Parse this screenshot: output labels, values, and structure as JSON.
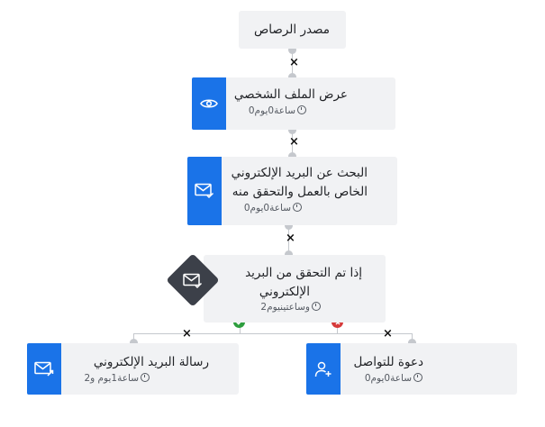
{
  "nodes": {
    "source": {
      "title": "مصدر الرصاص"
    },
    "view_profile": {
      "title": "عرض الملف الشخصي",
      "meta": "ساعة0يوم0"
    },
    "find_email": {
      "title_line1": "البحث عن البريد الإلكتروني",
      "title_line2": "الخاص بالعمل والتحقق منه",
      "meta": "ساعة0يوم0"
    },
    "if_verified": {
      "title_line1": "إذا تم التحقق من البريد",
      "title_line2": "الإلكتروني",
      "meta": "وساعتينيوم2"
    },
    "email_message": {
      "title": "رسالة البريد الإلكتروني",
      "meta": "ساعة1يوم و2"
    },
    "connect_invite": {
      "title": "دعوة للتواصل",
      "meta": "ساعة0يوم0"
    }
  },
  "connector_symbol": "×",
  "colors": {
    "accent": "#1a73e8",
    "card": "#f1f2f4",
    "condition": "#3c4049",
    "yes": "#2e9e3e",
    "no": "#d63a3a"
  },
  "icons": {
    "view_profile": "eye-icon",
    "find_email": "mail-check-icon",
    "if_verified": "mail-check-icon",
    "email_message": "mail-send-icon",
    "connect_invite": "user-plus-icon"
  }
}
